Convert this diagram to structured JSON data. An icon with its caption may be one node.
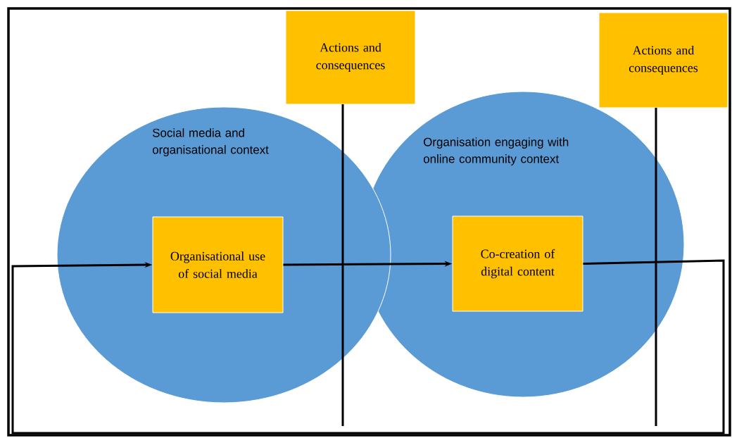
{
  "diagram": {
    "nodes": [
      {
        "text": [
          "Social media and organisational context"
        ]
      },
      {
        "text": [
          "Organisational use of social media"
        ],
        "in": 0
      },
      {
        "text": [
          "Organisation engaging with online community context"
        ]
      },
      {
        "text": [
          "Co-creation of digital content"
        ],
        "in": 2
      },
      {
        "text": [
          "Actions and consequences"
        ]
      },
      {
        "text": [
          "Actions and consequences"
        ]
      }
    ],
    "edges": [
      {
        "from": 1,
        "to": 3,
        "arrow": "to"
      },
      {
        "from": 3,
        "to": 1,
        "arrow": "to"
      },
      {
        "from": 4,
        "to": null,
        "arrow": "none"
      },
      {
        "from": 5,
        "to": null,
        "arrow": "none"
      }
    ]
  }
}
